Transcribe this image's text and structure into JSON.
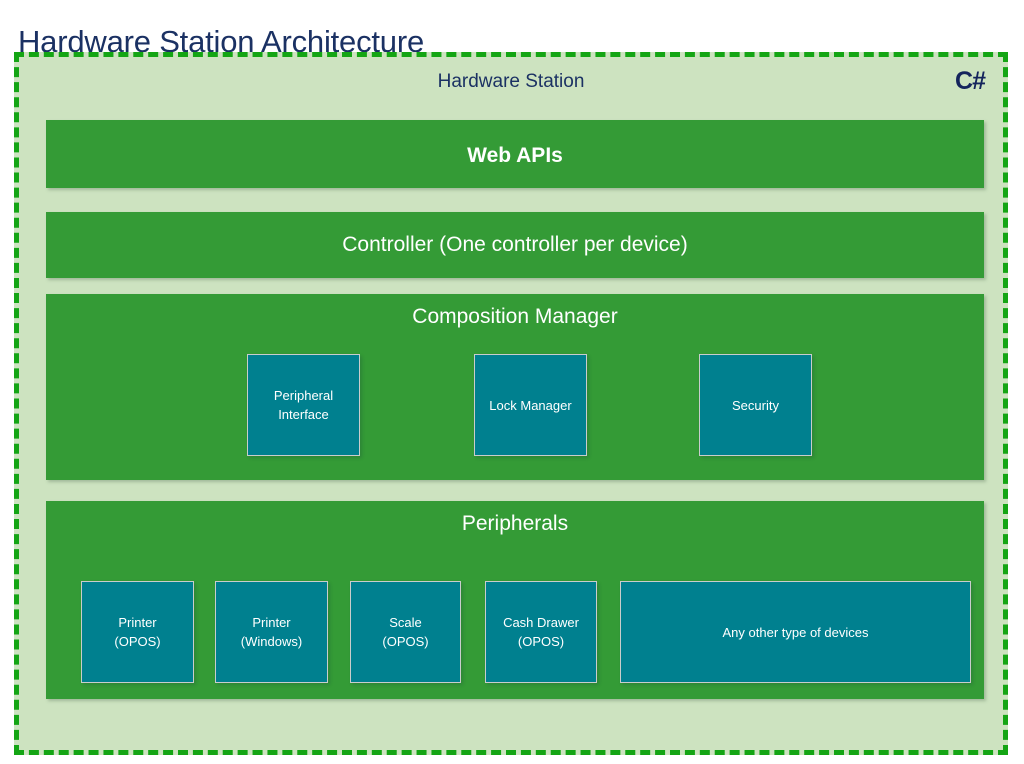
{
  "page": {
    "title": "Hardware Station Architecture"
  },
  "diagram": {
    "container_label": "Hardware Station",
    "language_badge": "C#",
    "colors": {
      "title_navy": "#1b3163",
      "dashed_border_green": "#14a514",
      "container_fill": "#cde3c0",
      "layer_green": "#349b36",
      "component_teal": "#00808f",
      "component_border": "#c9cdcc",
      "layer_text": "#ffffff"
    },
    "layers": [
      {
        "id": "web-apis",
        "title": "Web APIs",
        "components": []
      },
      {
        "id": "controller",
        "title": "Controller (One controller per device)",
        "components": []
      },
      {
        "id": "composition-manager",
        "title": "Composition Manager",
        "components": [
          {
            "id": "peripheral-interface",
            "line1": "Peripheral",
            "line2": "Interface"
          },
          {
            "id": "lock-manager",
            "line1": "Lock Manager",
            "line2": ""
          },
          {
            "id": "security",
            "line1": "Security",
            "line2": ""
          }
        ]
      },
      {
        "id": "peripherals",
        "title": "Peripherals",
        "components": [
          {
            "id": "printer-opos",
            "line1": "Printer",
            "line2": "(OPOS)"
          },
          {
            "id": "printer-windows",
            "line1": "Printer",
            "line2": "(Windows)"
          },
          {
            "id": "scale-opos",
            "line1": "Scale",
            "line2": "(OPOS)"
          },
          {
            "id": "cash-drawer-opos",
            "line1": "Cash Drawer",
            "line2": "(OPOS)"
          },
          {
            "id": "any-other",
            "line1": "Any other type of devices",
            "line2": ""
          }
        ]
      }
    ]
  }
}
